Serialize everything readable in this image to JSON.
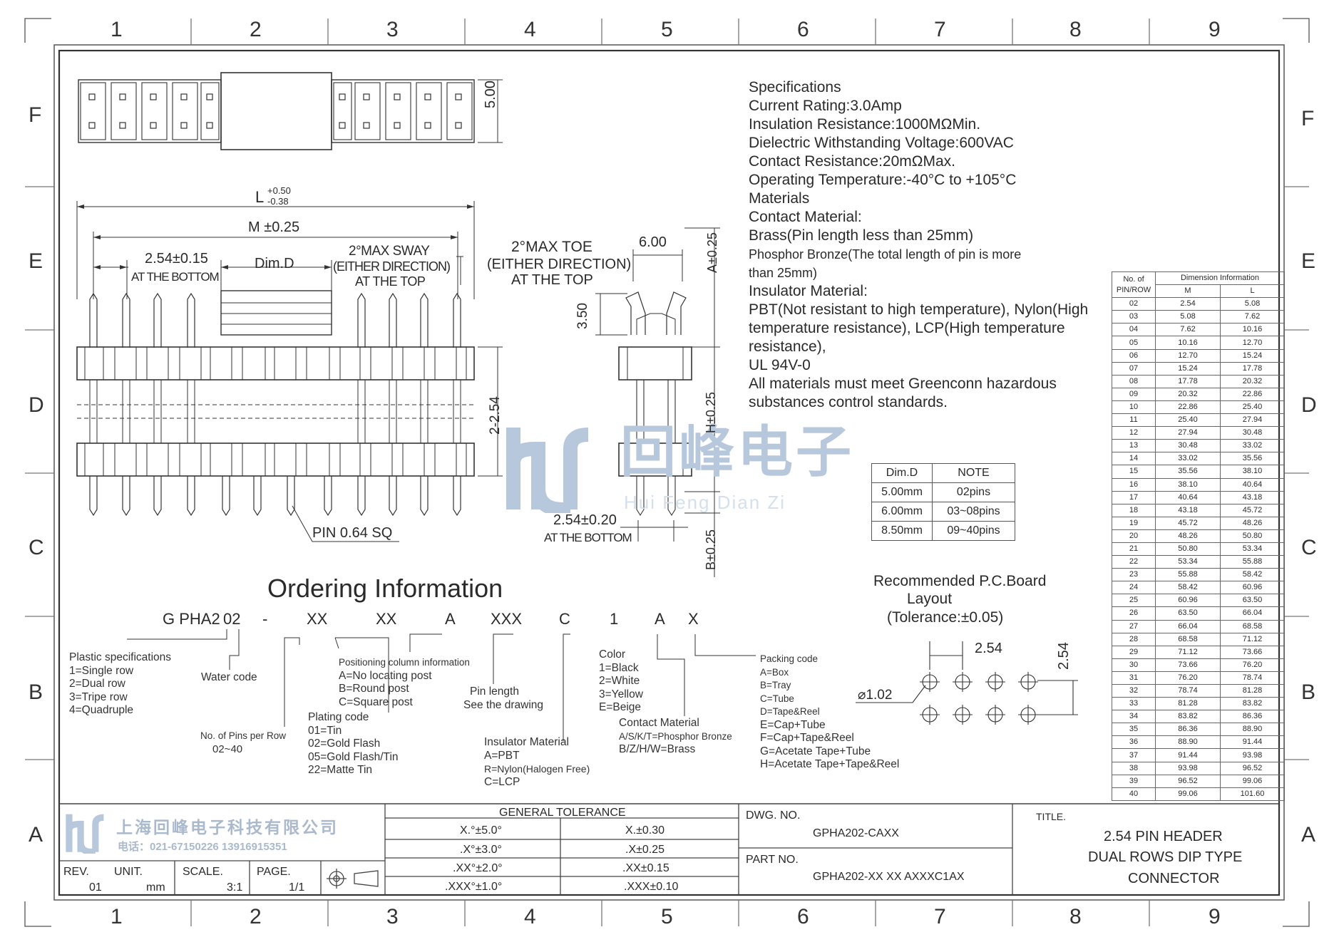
{
  "grid": {
    "columns": [
      "1",
      "2",
      "3",
      "4",
      "5",
      "6",
      "7",
      "8",
      "9"
    ],
    "rows": [
      "F",
      "E",
      "D",
      "C",
      "B",
      "A"
    ]
  },
  "dims": {
    "height_5": "5.00",
    "L": "L",
    "L_plus": "+0.50",
    "L_minus": "-0.38",
    "M": "M ±0.25",
    "pitch": "2.54±0.15",
    "at_bottom": "AT THE BOTTOM",
    "dimd": "Dim.D",
    "sway1": "2°MAX SWAY",
    "sway2": "(EITHER DIRECTION)",
    "sway3": "AT THE TOP",
    "row_pitch": "2-2.54",
    "pin_sq": "PIN 0.64 SQ",
    "toe1": "2°MAX TOE",
    "toe2": "(EITHER DIRECTION)",
    "toe3": "AT THE TOP",
    "w6": "6.00",
    "a": "A±0.25",
    "h350": "3.50",
    "h": "H±0.25",
    "b": "B±0.25",
    "pitch2": "2.54±0.20",
    "at_bottom2": "AT THE BOTTOM"
  },
  "specs": {
    "lines": [
      "Specifications",
      "Current Rating:3.0Amp",
      "Insulation Resistance:1000MΩMin.",
      "Dielectric Withstanding Voltage:600VAC",
      "Contact Resistance:20mΩMax.",
      "Operating Temperature:-40°C to +105°C",
      "Materials",
      "Contact Material:",
      "Brass(Pin length less than 25mm)"
    ],
    "phosphor1": "Phosphor Bronze(The total length of pin is more",
    "phosphor2": "than 25mm)",
    "insulator": "Insulator Material:",
    "pbt": "PBT(Not resistant to high temperature),  Nylon(High temperature resistance), LCP(High temperature resistance),",
    "ul": "UL 94V-0",
    "all": "All materials must meet Greenconn hazardous substances control standards."
  },
  "watermark": {
    "cn": "回峰电子",
    "en": "Hui Feng Dian Zi"
  },
  "dimd_table": {
    "headers": [
      "Dim.D",
      "NOTE"
    ],
    "rows": [
      [
        "5.00mm",
        "02pins"
      ],
      [
        "6.00mm",
        "03~08pins"
      ],
      [
        "8.50mm",
        "09~40pins"
      ]
    ]
  },
  "pcb": {
    "title1": "Recommended P.C.Board",
    "title2": "Layout",
    "title3": "(Tolerance:±0.05)",
    "pitch_h": "2.54",
    "pitch_v": "2.54",
    "hole": "⌀1.02"
  },
  "ordering": {
    "title": "Ordering Information",
    "code": [
      "G PHA2",
      "02",
      "-",
      "XX",
      "XX",
      "A",
      "XXX",
      "C",
      "1",
      "A",
      "X"
    ],
    "plastic": [
      "Plastic specifications",
      "1=Single row",
      "2=Dual row",
      "3=Tripe row",
      "4=Quadruple"
    ],
    "water": "Water code",
    "pins": [
      "No. of Pins per Row",
      "02~40"
    ],
    "plating": [
      "Plating code",
      "01=Tin",
      "02=Gold Flash",
      "05=Gold Flash/Tin",
      "22=Matte Tin"
    ],
    "positioning": [
      "Positioning column information",
      "A=No locating post",
      "B=Round post",
      "C=Square post"
    ],
    "pin_length": [
      "Pin length",
      "See the drawing"
    ],
    "insulator": [
      "Insulator Material",
      "A=PBT",
      "R=Nylon(Halogen Free)",
      "C=LCP"
    ],
    "color": [
      "Color",
      "1=Black",
      "2=White",
      "3=Yellow",
      "E=Beige"
    ],
    "contact": [
      "Contact Material",
      "A/S/K/T=Phosphor Bronze",
      "B/Z/H/W=Brass"
    ],
    "packing": [
      "Packing code",
      "A=Box",
      "B=Tray",
      "C=Tube",
      "D=Tape&Reel",
      "E=Cap+Tube",
      "F=Cap+Tape&Reel",
      "G=Acetate Tape+Tube",
      "H=Acetate Tape+Tape&Reel"
    ]
  },
  "pin_table": {
    "h_no1": "No. of",
    "h_no2": "PIN/ROW",
    "h_dim": "Dimension Information",
    "h_m": "M",
    "h_l": "L",
    "rows": [
      [
        "02",
        "2.54",
        "5.08"
      ],
      [
        "03",
        "5.08",
        "7.62"
      ],
      [
        "04",
        "7.62",
        "10.16"
      ],
      [
        "05",
        "10.16",
        "12.70"
      ],
      [
        "06",
        "12.70",
        "15.24"
      ],
      [
        "07",
        "15.24",
        "17.78"
      ],
      [
        "08",
        "17.78",
        "20.32"
      ],
      [
        "09",
        "20.32",
        "22.86"
      ],
      [
        "10",
        "22.86",
        "25.40"
      ],
      [
        "11",
        "25.40",
        "27.94"
      ],
      [
        "12",
        "27.94",
        "30.48"
      ],
      [
        "13",
        "30.48",
        "33.02"
      ],
      [
        "14",
        "33.02",
        "35.56"
      ],
      [
        "15",
        "35.56",
        "38.10"
      ],
      [
        "16",
        "38.10",
        "40.64"
      ],
      [
        "17",
        "40.64",
        "43.18"
      ],
      [
        "18",
        "43.18",
        "45.72"
      ],
      [
        "19",
        "45.72",
        "48.26"
      ],
      [
        "20",
        "48.26",
        "50.80"
      ],
      [
        "21",
        "50.80",
        "53.34"
      ],
      [
        "22",
        "53.34",
        "55.88"
      ],
      [
        "23",
        "55.88",
        "58.42"
      ],
      [
        "24",
        "58.42",
        "60.96"
      ],
      [
        "25",
        "60.96",
        "63.50"
      ],
      [
        "26",
        "63.50",
        "66.04"
      ],
      [
        "27",
        "66.04",
        "68.58"
      ],
      [
        "28",
        "68.58",
        "71.12"
      ],
      [
        "29",
        "71.12",
        "73.66"
      ],
      [
        "30",
        "73.66",
        "76.20"
      ],
      [
        "31",
        "76.20",
        "78.74"
      ],
      [
        "32",
        "78.74",
        "81.28"
      ],
      [
        "33",
        "81.28",
        "83.82"
      ],
      [
        "34",
        "83.82",
        "86.36"
      ],
      [
        "35",
        "86.36",
        "88.90"
      ],
      [
        "36",
        "88.90",
        "91.44"
      ],
      [
        "37",
        "91.44",
        "93.98"
      ],
      [
        "38",
        "93.98",
        "96.52"
      ],
      [
        "39",
        "96.52",
        "99.06"
      ],
      [
        "40",
        "99.06",
        "101.60"
      ]
    ]
  },
  "title_block": {
    "company": "上海回峰电子科技有限公司",
    "phone": "电话：021-67150226  13916915351",
    "rev_label": "REV.",
    "rev": "01",
    "unit_label": "UNIT.",
    "unit": "mm",
    "scale_label": "SCALE.",
    "scale": "3:1",
    "page_label": "PAGE.",
    "page": "1/1",
    "tol_title": "GENERAL TOLERANCE",
    "tol": [
      [
        "X.°±5.0°",
        "X.±0.30"
      ],
      [
        ".X°±3.0°",
        ".X±0.25"
      ],
      [
        ".XX°±2.0°",
        ".XX±0.15"
      ],
      [
        ".XXX°±1.0°",
        ".XXX±0.10"
      ]
    ],
    "dwg_label": "DWG. NO.",
    "dwg": "GPHA202-CAXX",
    "part_label": "PART NO.",
    "part": "GPHA202-XX XX AXXXC1AX",
    "title_label": "TITLE.",
    "title1": "2.54 PIN HEADER",
    "title2": "DUAL ROWS DIP TYPE",
    "title3": "CONNECTOR"
  }
}
